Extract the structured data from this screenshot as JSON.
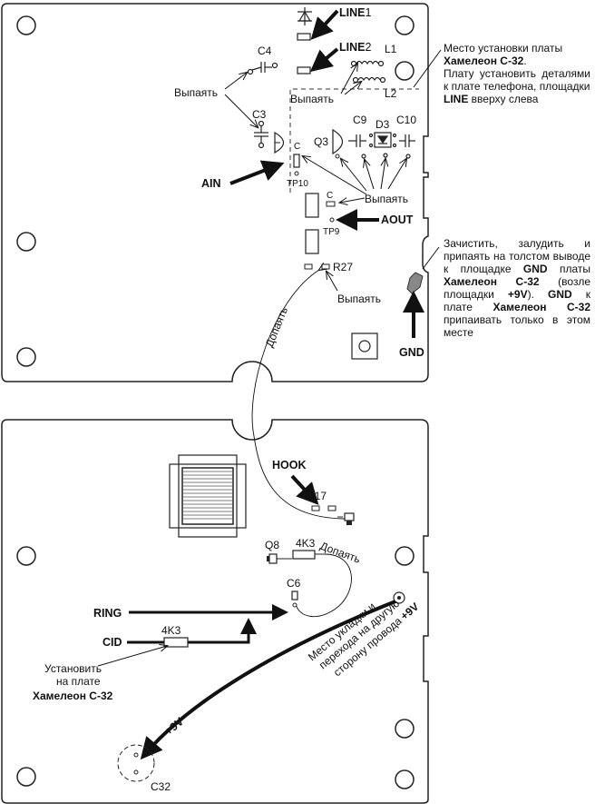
{
  "top_board": {
    "labels": {
      "line1": "LINE",
      "line1_num": "1",
      "line2": "LINE",
      "line2_num": "2",
      "l1": "L1",
      "l2": "L2",
      "c4": "C4",
      "c3": "C3",
      "q3": "Q3",
      "c9": "C9",
      "d3": "D3",
      "c10": "C10",
      "ain": "AIN",
      "aout": "AOUT",
      "tp10": "TP10",
      "tp9": "TP9",
      "c_small1": "C",
      "c_small2": "C",
      "r27": "R27",
      "gnd": "GND",
      "desolder_left": "Выпаять",
      "desolder_top": "Выпаять",
      "desolder_mid": "Выпаять",
      "desolder_r27": "Выпаять",
      "solder_wire": "Допаять"
    },
    "note_install": {
      "line1": "Место установки платы",
      "line2_bold": "Хамелеон С-32",
      "line2_rest": ".",
      "line3": "Плату установить деталями к плате телефона, площадки",
      "line4_bold": "LINE",
      "line4_rest": " вверху слева"
    },
    "note_gnd": {
      "p1": "Зачистить, залудить и припаять на толстом выводе к площадке",
      "p1_bold": "GND",
      "p2": "платы",
      "p2_bold": "Хамелеон С-32",
      "p3": "(возле площадки",
      "p3_bold": "+9V",
      "p3_end": ").",
      "p4_bold": "GND",
      "p4": "к плате",
      "p4_bold2": "Хамелеон С-32",
      "p5": "припаивать только в этом месте"
    }
  },
  "bottom_board": {
    "labels": {
      "hook": "HOOK",
      "r17": "R17",
      "q8": "Q8",
      "r4k3_top": "4K3",
      "solder_wire": "Допаять",
      "c6": "C6",
      "ring": "RING",
      "cid": "CID",
      "r4k3_bottom": "4K3",
      "c32": "C32",
      "plus9v": "+9V",
      "install_line1": "Установить",
      "install_line2": "на плате",
      "install_line3": "Хамелеон С-32",
      "route_line1": "Место укладки и",
      "route_line2": "перехода на другую",
      "route_line3": "сторону провода",
      "route_line3_bold": "+9V"
    }
  }
}
